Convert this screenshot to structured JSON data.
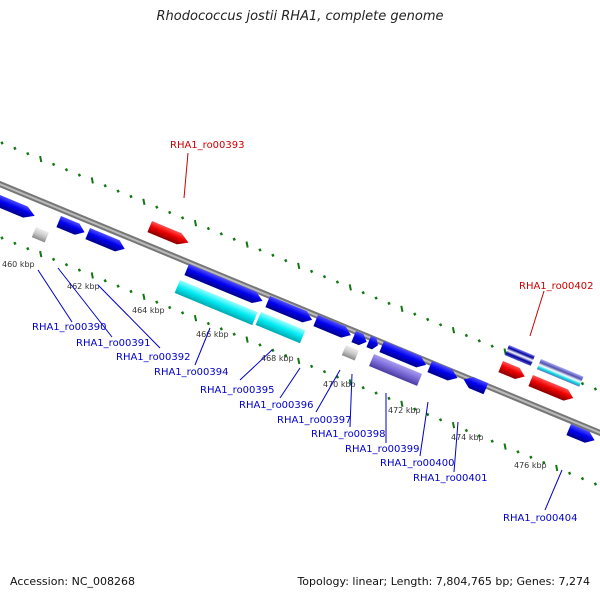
{
  "title": "Rhodococcus jostii RHA1, complete genome",
  "footer": {
    "accession": "Accession: NC_008268",
    "summary": "Topology: linear; Length: 7,804,765 bp; Genes: 7,274"
  },
  "ticks": [
    "460 kbp",
    "462 kbp",
    "464 kbp",
    "466 kbp",
    "468 kbp",
    "470 kbp",
    "472 kbp",
    "474 kbp",
    "476 kbp"
  ],
  "genes": [
    {
      "label": "RHA1_ro00390",
      "color": "#0000cc"
    },
    {
      "label": "RHA1_ro00391",
      "color": "#0000cc"
    },
    {
      "label": "RHA1_ro00392",
      "color": "#0000cc"
    },
    {
      "label": "RHA1_ro00393",
      "color": "#cc0000"
    },
    {
      "label": "RHA1_ro00394",
      "color": "#0000cc"
    },
    {
      "label": "RHA1_ro00395",
      "color": "#0000cc"
    },
    {
      "label": "RHA1_ro00396",
      "color": "#0000cc"
    },
    {
      "label": "RHA1_ro00397",
      "color": "#0000cc"
    },
    {
      "label": "RHA1_ro00398",
      "color": "#0000cc"
    },
    {
      "label": "RHA1_ro00399",
      "color": "#0000cc"
    },
    {
      "label": "RHA1_ro00400",
      "color": "#0000cc"
    },
    {
      "label": "RHA1_ro00401",
      "color": "#0000cc"
    },
    {
      "label": "RHA1_ro00402",
      "color": "#cc0000"
    },
    {
      "label": "RHA1_ro00404",
      "color": "#0000cc"
    }
  ],
  "colors": {
    "cds_forward": "#0000ee",
    "cds_other": "#1a1acc",
    "rna": "#00e8f0",
    "pseudo": "#c8c8c8",
    "highlight": "#ee0000",
    "misc": "#7a6ad6",
    "backbone": "#888888",
    "tick_marks": "#117711"
  }
}
